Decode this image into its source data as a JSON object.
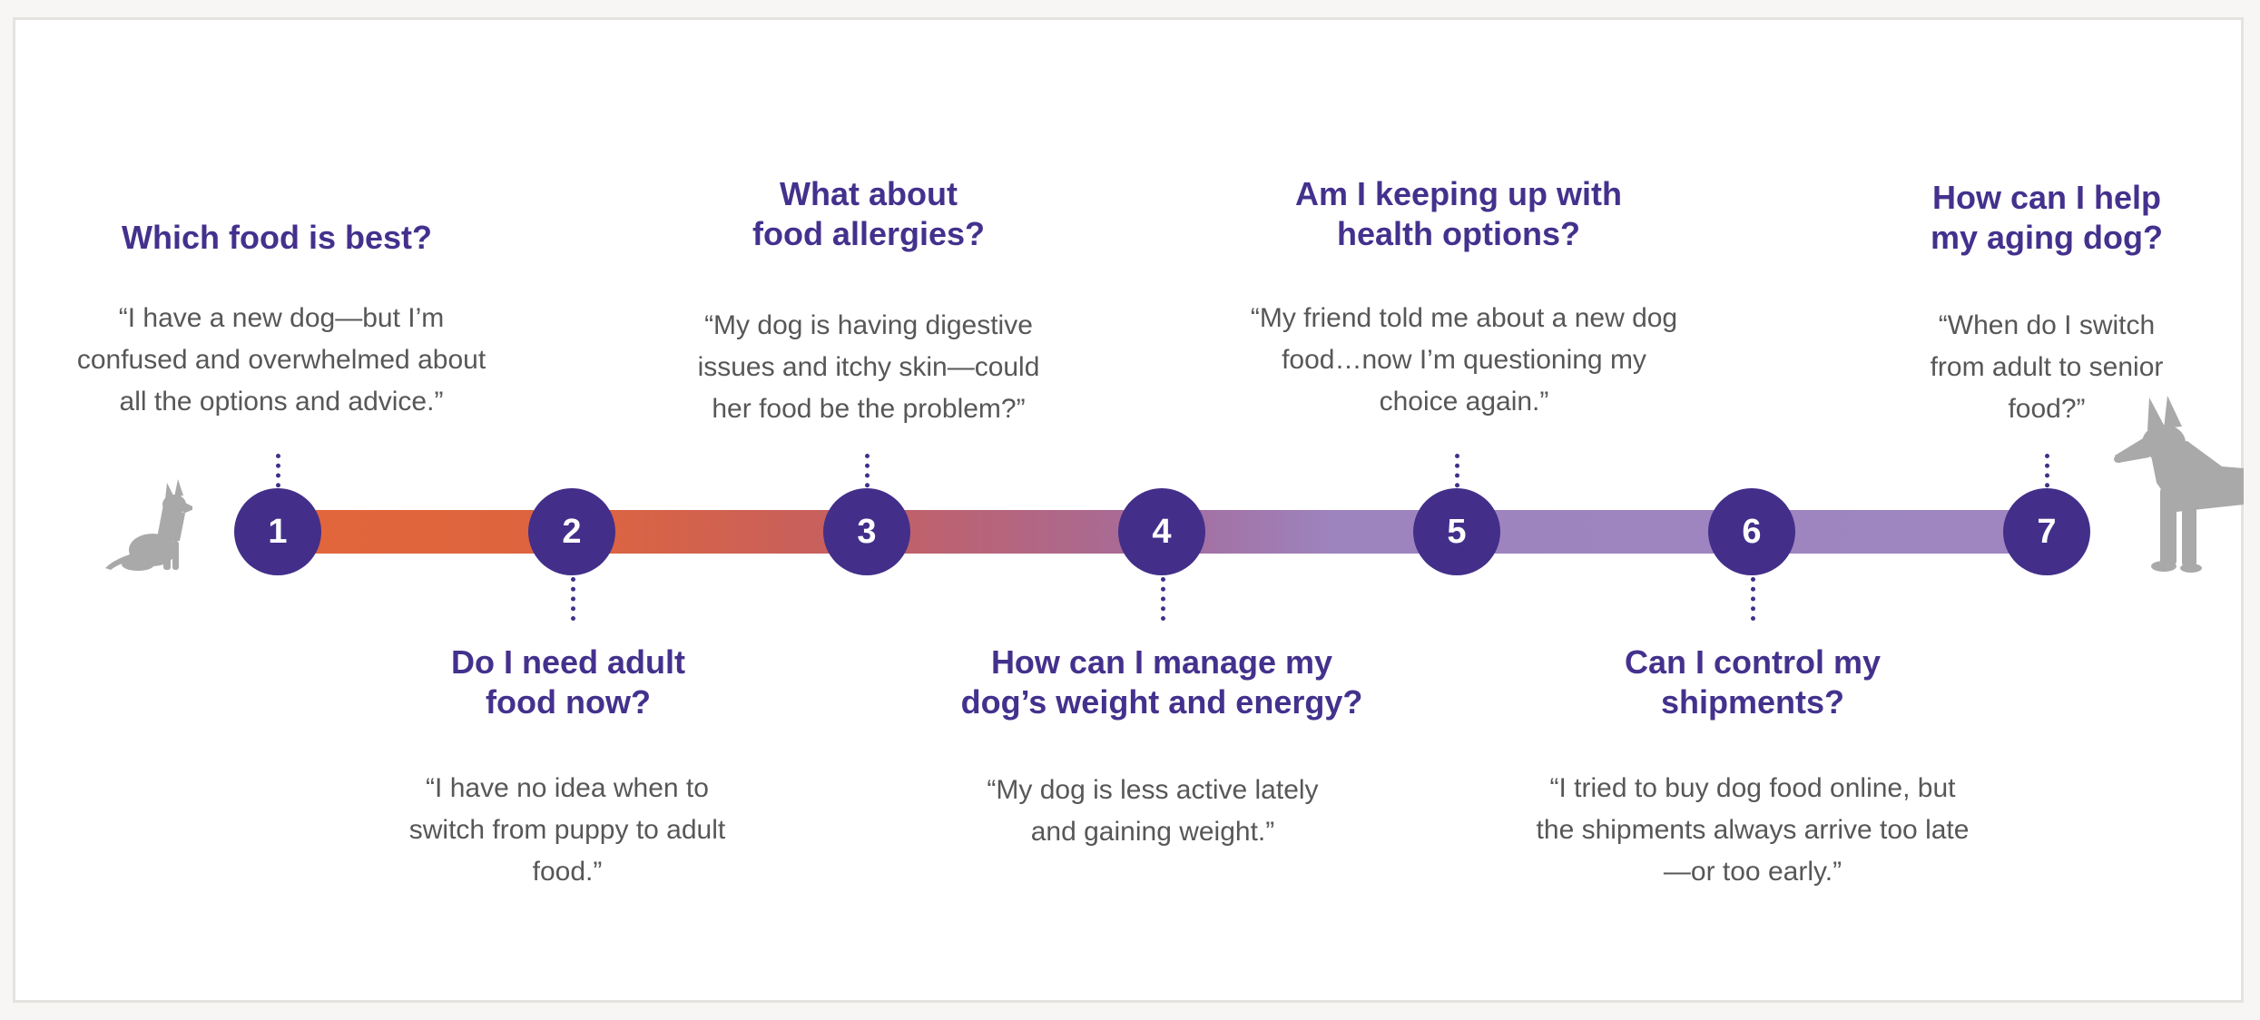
{
  "colors": {
    "node": "#432f8a",
    "heading": "#44318d",
    "quote_text": "#575757",
    "track_start": "#e3663a",
    "track_end": "#9f86c0",
    "dog": "#a9a9a9"
  },
  "icons": {
    "left": "small-dog-silhouette-icon",
    "right": "large-dog-silhouette-icon"
  },
  "steps": [
    {
      "number": "1",
      "question": "Which food is best?",
      "quote": "“I have a new dog—but I’m confused and overwhelmed about all the options and advice.”"
    },
    {
      "number": "2",
      "question": "Do I need adult\nfood now?",
      "quote": "“I have no idea when to switch from puppy to adult food.”"
    },
    {
      "number": "3",
      "question": "What about\nfood allergies?",
      "quote": "“My dog is having digestive issues and itchy skin—could her food be the problem?”"
    },
    {
      "number": "4",
      "question": "How can I manage my\ndog’s weight and energy?",
      "quote": "“My dog is less active lately and gaining weight.”"
    },
    {
      "number": "5",
      "question": "Am I keeping up with\nhealth options?",
      "quote": "“My friend told me about a new dog food…now I’m questioning my choice again.”"
    },
    {
      "number": "6",
      "question": "Can I control my\nshipments?",
      "quote": "“I tried to buy dog food online, but the shipments always arrive too late—or too early.”"
    },
    {
      "number": "7",
      "question": "How can I help\nmy aging dog?",
      "quote": "“When do I switch from adult to senior food?”"
    }
  ]
}
